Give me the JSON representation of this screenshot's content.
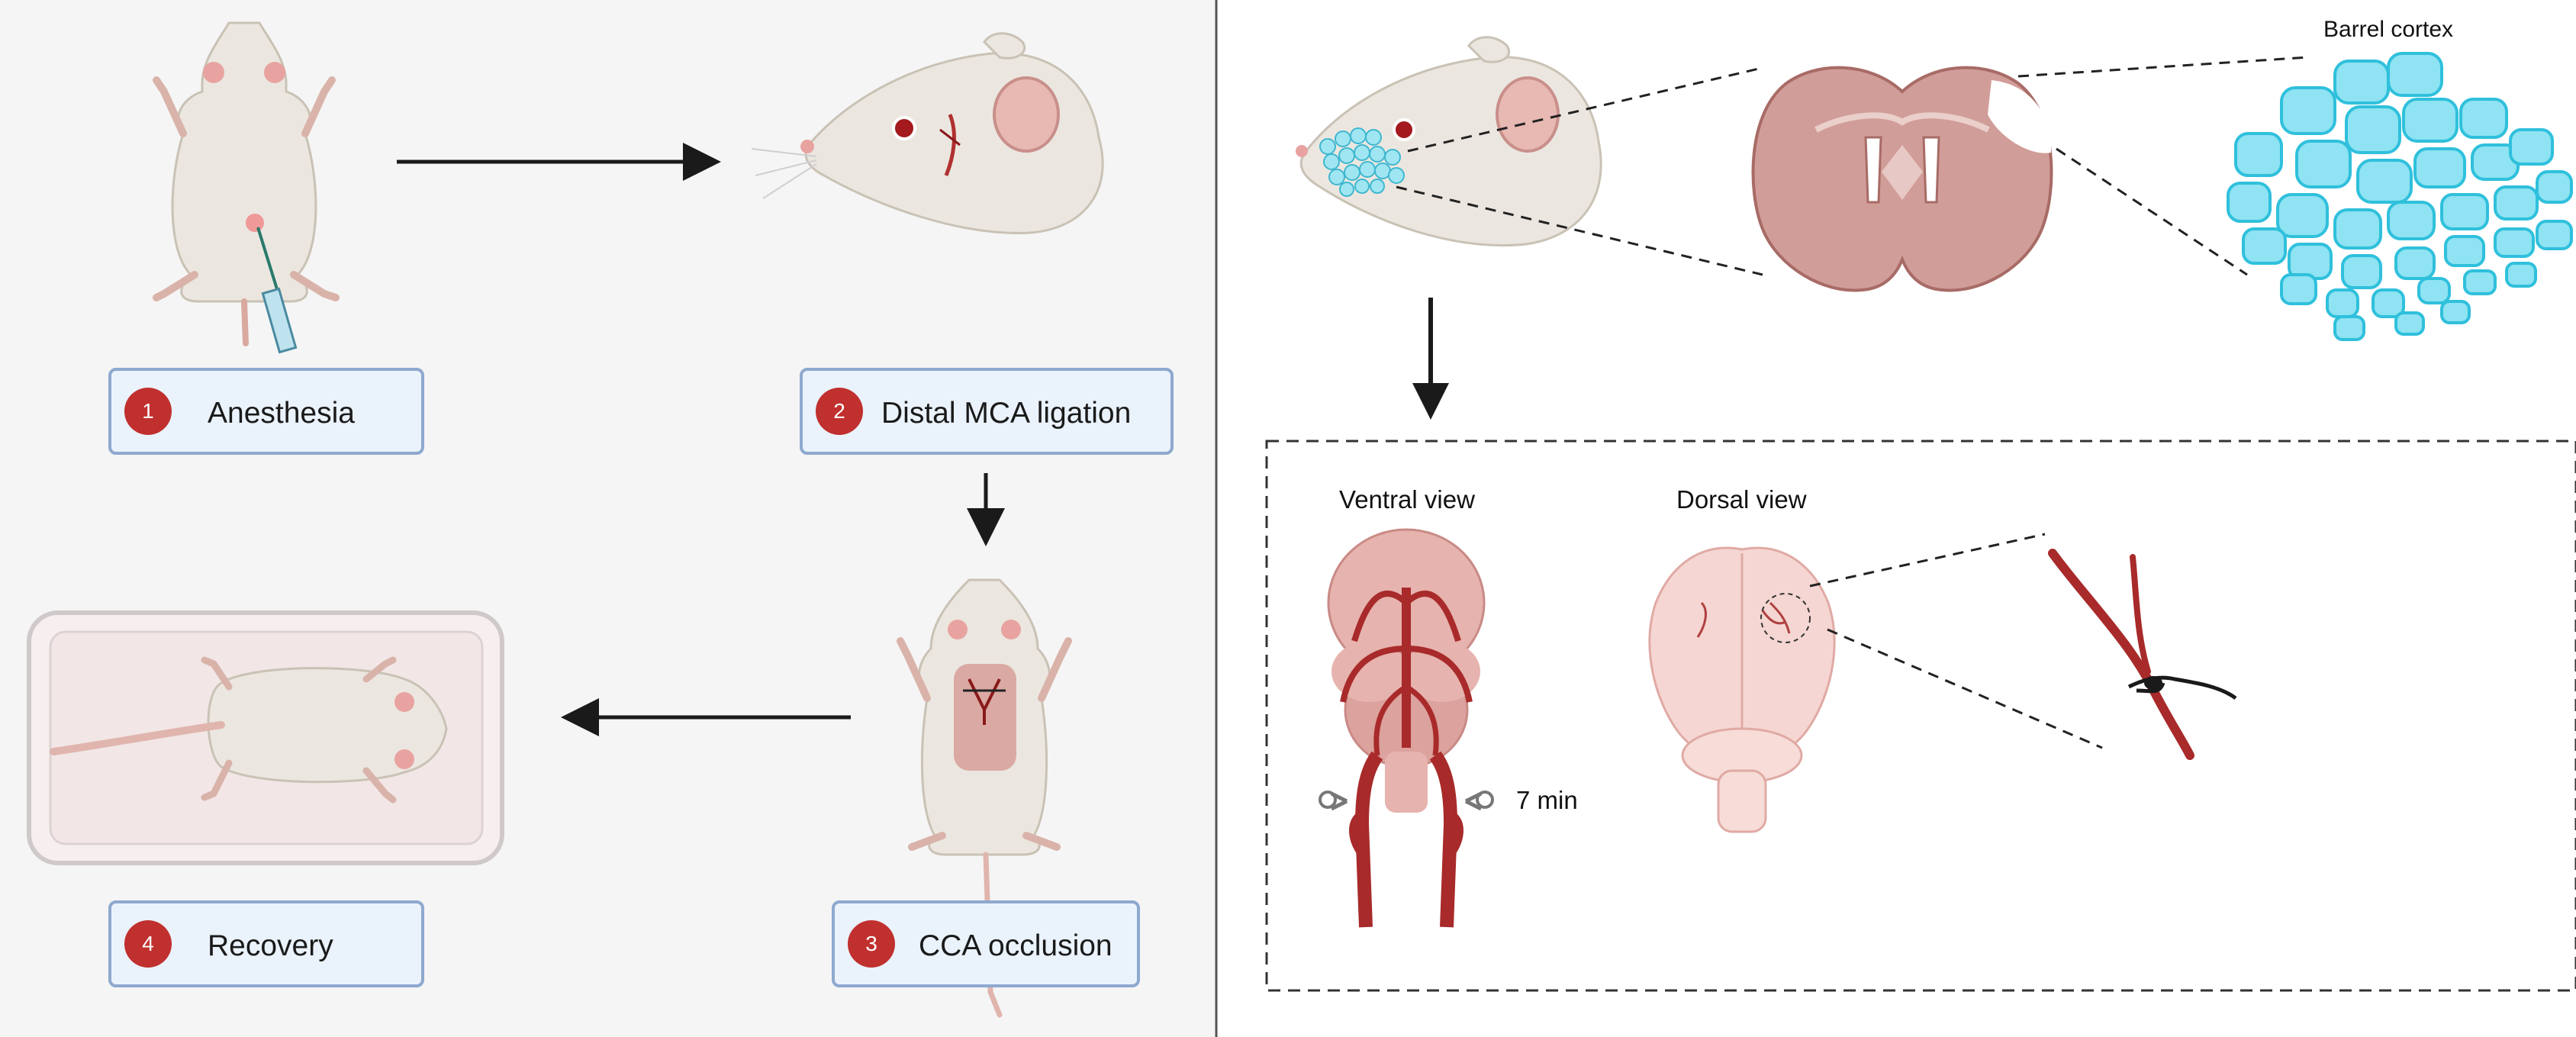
{
  "steps": [
    {
      "number": "1",
      "label": "Anesthesia"
    },
    {
      "number": "2",
      "label": "Distal MCA ligation"
    },
    {
      "number": "3",
      "label": "CCA occlusion"
    },
    {
      "number": "4",
      "label": "Recovery"
    }
  ],
  "labels": {
    "barrel_cortex": "Barrel cortex",
    "ventral_view": "Ventral view",
    "dorsal_view": "Dorsal view",
    "occlusion_time": "7 min"
  },
  "colors": {
    "step_box_fill": "#eaf2fb",
    "step_box_border": "#8ea9cf",
    "step_number_fill": "#c0302e",
    "brain_fill": "#d19d98",
    "artery": "#a82a2a",
    "barrel": "#5fd3ea"
  }
}
